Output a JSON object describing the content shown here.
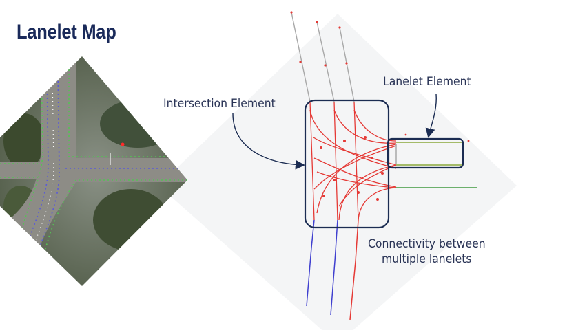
{
  "slide": {
    "title": "Lanelet Map"
  },
  "annotations": {
    "intersection": "Intersection Element",
    "lanelet": "Lanelet Element",
    "connectivity_line1": "Connectivity between",
    "connectivity_line2": "multiple lanelets"
  },
  "colors": {
    "title": "#1a2a5a",
    "box_outline": "#1b2c52",
    "connector_lane": "#e53935",
    "left_boundary": "#3f3fcf",
    "right_boundary": "#3f9a3f",
    "inactive_lane": "#a8a8a8"
  }
}
